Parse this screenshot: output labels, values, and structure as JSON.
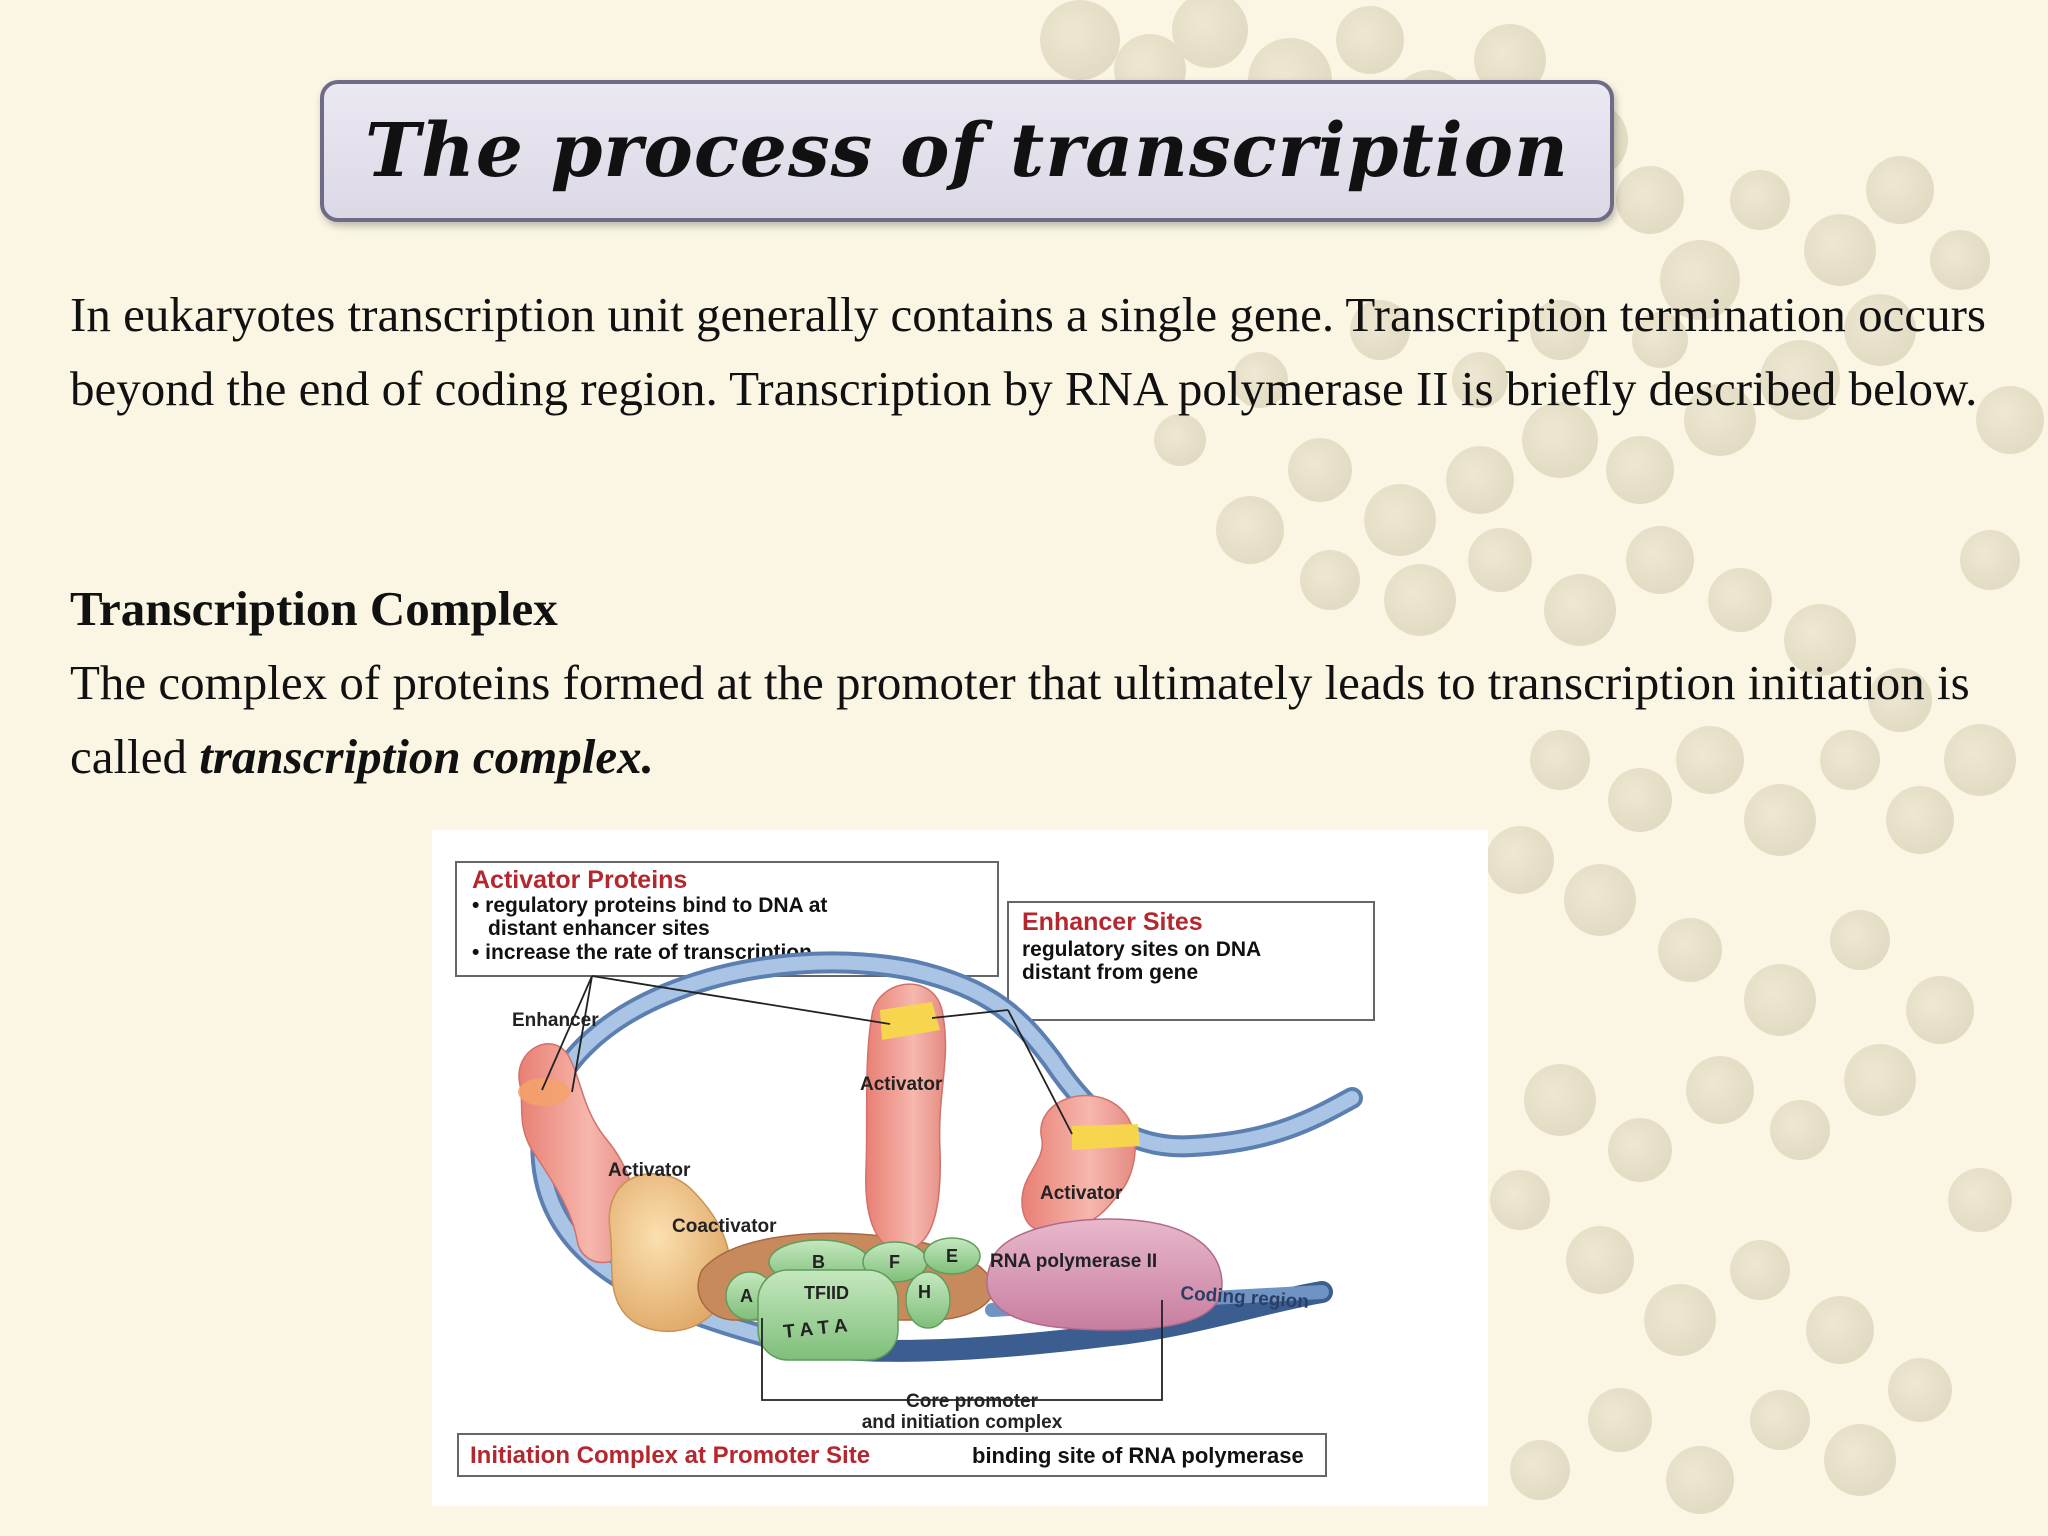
{
  "slide": {
    "title": "The process of transcription",
    "paragraph": "In eukaryotes transcription unit generally contains a single gene. Transcription termination occurs beyond the end of coding region. Transcription by RNA polymerase II is briefly described below.",
    "section_heading": "Transcription Complex",
    "section_body_text": "The complex of proteins formed at the promoter that ultimately leads to transcription initiation is called ",
    "section_body_emphasis": "transcription complex."
  },
  "figure": {
    "activator_box": {
      "heading": "Activator Proteins",
      "bullet1_line1": "• regulatory proteins bind to DNA at",
      "bullet1_line2": "distant enhancer sites",
      "bullet2": "• increase the rate of transcription"
    },
    "enhancer_box": {
      "heading": "Enhancer Sites",
      "line1": "regulatory sites on DNA",
      "line2": "distant from gene"
    },
    "labels": {
      "enhancer": "Enhancer",
      "activator_left": "Activator",
      "activator_center": "Activator",
      "activator_right": "Activator",
      "coactivator": "Coactivator",
      "b": "B",
      "f": "F",
      "e": "E",
      "a": "A",
      "h": "H",
      "tfiid": "TFIID",
      "tata": "T A T A",
      "rna_polymerase": "RNA polymerase II",
      "coding_region": "Coding region",
      "core_promoter_line1": "Core promoter",
      "core_promoter_line2": "and initiation complex"
    },
    "caption": {
      "heading": "Initiation Complex at Promoter Site",
      "text": "binding site of RNA polymerase"
    },
    "colors": {
      "heading_red": "#b5272f",
      "dna_blue": "#8aaed6",
      "activator_pink": "#ef9a8f",
      "enhancer_yellow": "#f7d84a",
      "tfiid_green": "#9fd49a",
      "coactivator_tan": "#f0c88a",
      "polymerase_mauve": "#d99ab4"
    }
  }
}
